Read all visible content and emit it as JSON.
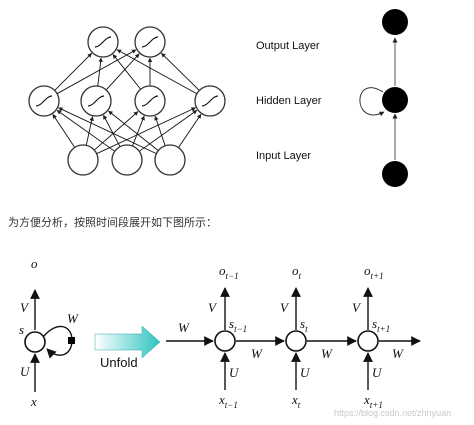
{
  "top": {
    "layers": {
      "output": "Output Layer",
      "hidden": "Hidden Layer",
      "input": "Input Layer"
    }
  },
  "caption": "为方便分析，按照时间段展开如下图所示：",
  "rnn": {
    "unfold_label": "Unfold",
    "folded": {
      "o": "o",
      "V": "V",
      "s": "s",
      "W": "W",
      "U": "U",
      "x": "x"
    },
    "weights": {
      "V": "V",
      "U": "U",
      "W": "W"
    },
    "steps": [
      {
        "o": "o",
        "o_sub": "t−1",
        "s": "s",
        "s_sub": "t−1",
        "x": "x",
        "x_sub": "t−1"
      },
      {
        "o": "o",
        "o_sub": "t",
        "s": "s",
        "s_sub": "t",
        "x": "x",
        "x_sub": "t"
      },
      {
        "o": "o",
        "o_sub": "t+1",
        "s": "s",
        "s_sub": "t+1",
        "x": "x",
        "x_sub": "t+1"
      }
    ]
  },
  "watermark": "https://blog.csdn.net/zhnyuan"
}
